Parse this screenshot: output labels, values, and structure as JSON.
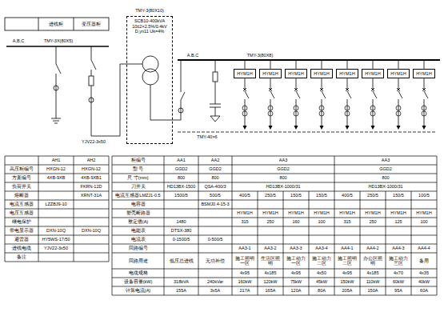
{
  "diagram": {
    "nodes": [
      {
        "text": [
          "SCB10-400kVA",
          "10±2×2.5%/0.4kV",
          "D,yn11 Uk=4%"
        ]
      },
      {
        "text": [
          "HYM1H"
        ]
      },
      {
        "text": [
          "HYM1H"
        ]
      },
      {
        "text": [
          "HYM1H"
        ]
      },
      {
        "text": [
          "HYM1H"
        ]
      },
      {
        "text": [
          "HYM1H"
        ]
      },
      {
        "text": [
          "HYM1H"
        ]
      },
      {
        "text": [
          "HYM1H"
        ]
      },
      {
        "text": [
          "HYM1H"
        ]
      }
    ],
    "labels": [
      "进线柜",
      "变压器柜",
      "A,B,C",
      "TMY-3X(80X5)",
      "A.B.C",
      "TMY-3(80X8)",
      "TMY-40×6",
      "YJV22-3x50",
      "TMY-3(80X10)",
      "AH1",
      "AH2",
      "高压柜编号",
      "HXGN-12",
      "HXGN-12",
      "方案编号",
      "4XB-9XB",
      "4XB-9XB1",
      "负荷开关",
      "FKRN-12D",
      "熔断器",
      "XRNT-31A",
      "电流互感器",
      "LZZBJ9-10",
      "电压互感器",
      "继电保护",
      "带电显示器",
      "DXN-10Q",
      "DXN-10Q",
      "避雷器",
      "HY5WS-17/50",
      "进线电缆",
      "YJV22-3x50",
      "备注",
      "柜编号",
      "AA1",
      "AA2",
      "AA3",
      "AA3",
      "型 号",
      "GGD2",
      "GGD2",
      "GGD2",
      "GGD2",
      "尺 寸(mm)",
      "800",
      "800",
      "800",
      "800",
      "刀开关",
      "HD13BX-1500",
      "QSA-400/3",
      "HD13BX-1000/31",
      "HD13BX-1000/31",
      "电流互感器LMZJ1-0.5",
      "1500/5",
      "500/5",
      "400/5",
      "250/5",
      "150/5",
      "150/5",
      "400/5",
      "250/5",
      "150/5",
      "100/5",
      "电容器",
      "BSMJ0.4-15-3",
      "塑壳断路器",
      "HYM1H",
      "HYM1H",
      "HYM1H",
      "HYM1H",
      "HYM1H",
      "HYM1H",
      "HYM1H",
      "HYM1H",
      "整定值(A)",
      "1480",
      "315",
      "250",
      "160",
      "100",
      "315",
      "250",
      "125",
      "100",
      "电能表",
      "DTSX-380",
      "电流表",
      "0-1500/5",
      "0-500/5",
      "回路编号",
      "AA3-1",
      "AA3-2",
      "AA3-3",
      "AA3-4",
      "AA4-1",
      "AA4-2",
      "AA4-3",
      "AA4-4",
      "回路用途",
      "低压总进线",
      "无功补偿",
      "施工照明一区",
      "生活区照明",
      "施工动力一区",
      "施工动力二区",
      "施工照明二区",
      "办公区照明",
      "施工动力三区",
      "备用",
      "电缆规格",
      "4x95",
      "4x185",
      "4x95",
      "4x50",
      "4x95",
      "4x185",
      "4x70",
      "4x35",
      "设备容量(kW)",
      "318kVA",
      "240kVar",
      "160kW",
      "120kW",
      "75kW",
      "45kW",
      "150kW",
      "110kW",
      "60kW",
      "40kW",
      "计算电流(A)",
      "155A",
      "3x5A",
      "217A",
      "165A",
      "120A",
      "80A",
      "205A",
      "150A",
      "95A",
      "60A"
    ]
  }
}
